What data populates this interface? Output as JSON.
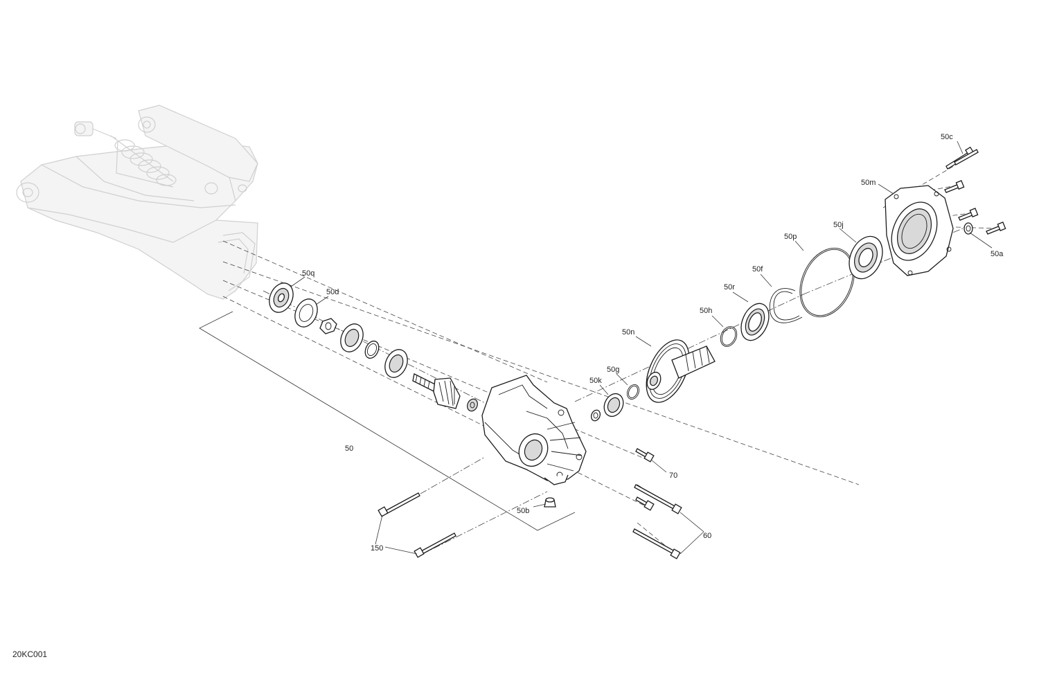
{
  "drawing_code": "20KC001",
  "callouts": {
    "c50c": "50c",
    "c50m": "50m",
    "c50j": "50j",
    "c50p": "50p",
    "c50a": "50a",
    "c50f": "50f",
    "c50r": "50r",
    "c50h": "50h",
    "c50n": "50n",
    "c50g": "50g",
    "c50k": "50k",
    "c50q": "50q",
    "c50d": "50d",
    "c50": "50",
    "c50b": "50b",
    "c70": "70",
    "c60": "60",
    "c150": "150"
  }
}
